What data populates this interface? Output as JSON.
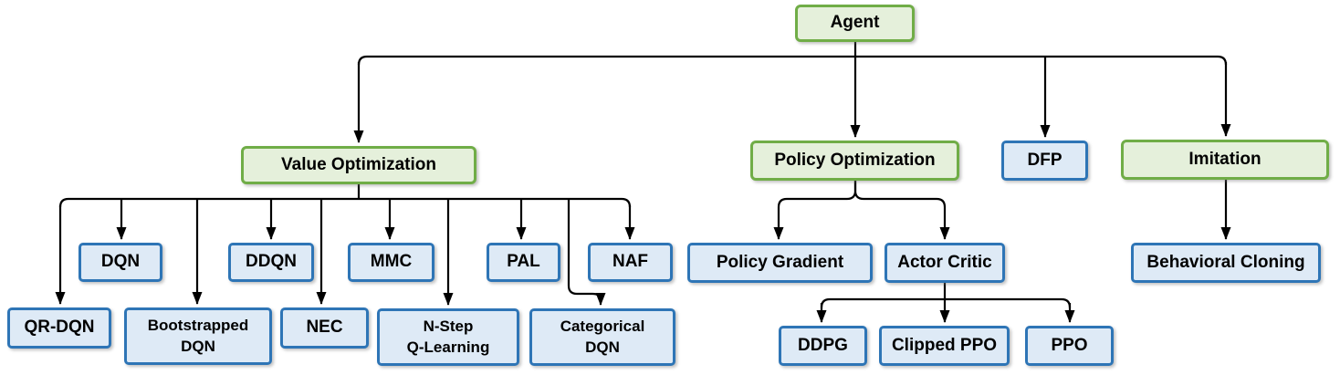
{
  "diagram": {
    "type": "tree",
    "colors": {
      "background": "#FFFFFF",
      "category_fill": "#E5F0DB",
      "category_border": "#70AD47",
      "leaf_fill": "#DEEAF6",
      "leaf_border": "#2E75B6",
      "connector": "#000000",
      "text": "#000000"
    },
    "nodes": {
      "agent": {
        "label": "Agent",
        "kind": "green"
      },
      "value_optimization": {
        "label": "Value Optimization",
        "kind": "green"
      },
      "policy_optimization": {
        "label": "Policy Optimization",
        "kind": "green"
      },
      "dfp": {
        "label": "DFP",
        "kind": "blue"
      },
      "imitation": {
        "label": "Imitation",
        "kind": "green"
      },
      "dqn": {
        "label": "DQN",
        "kind": "blue"
      },
      "ddqn": {
        "label": "DDQN",
        "kind": "blue"
      },
      "mmc": {
        "label": "MMC",
        "kind": "blue"
      },
      "pal": {
        "label": "PAL",
        "kind": "blue"
      },
      "naf": {
        "label": "NAF",
        "kind": "blue"
      },
      "qr_dqn": {
        "label": "QR-DQN",
        "kind": "blue"
      },
      "bootstrapped_dqn": {
        "label": "Bootstrapped\nDQN",
        "kind": "blue"
      },
      "nec": {
        "label": "NEC",
        "kind": "blue"
      },
      "n_step_q_learning": {
        "label": "N-Step\nQ-Learning",
        "kind": "blue"
      },
      "categorical_dqn": {
        "label": "Categorical\nDQN",
        "kind": "blue"
      },
      "policy_gradient": {
        "label": "Policy Gradient",
        "kind": "blue"
      },
      "actor_critic": {
        "label": "Actor Critic",
        "kind": "blue"
      },
      "ddpg": {
        "label": "DDPG",
        "kind": "blue"
      },
      "clipped_ppo": {
        "label": "Clipped PPO",
        "kind": "blue"
      },
      "ppo": {
        "label": "PPO",
        "kind": "blue"
      },
      "behavioral_cloning": {
        "label": "Behavioral Cloning",
        "kind": "blue"
      }
    },
    "edges": [
      [
        "agent",
        "value_optimization"
      ],
      [
        "agent",
        "policy_optimization"
      ],
      [
        "agent",
        "dfp"
      ],
      [
        "agent",
        "imitation"
      ],
      [
        "value_optimization",
        "dqn"
      ],
      [
        "value_optimization",
        "ddqn"
      ],
      [
        "value_optimization",
        "mmc"
      ],
      [
        "value_optimization",
        "pal"
      ],
      [
        "value_optimization",
        "naf"
      ],
      [
        "value_optimization",
        "qr_dqn"
      ],
      [
        "value_optimization",
        "bootstrapped_dqn"
      ],
      [
        "value_optimization",
        "nec"
      ],
      [
        "value_optimization",
        "n_step_q_learning"
      ],
      [
        "value_optimization",
        "categorical_dqn"
      ],
      [
        "policy_optimization",
        "policy_gradient"
      ],
      [
        "policy_optimization",
        "actor_critic"
      ],
      [
        "actor_critic",
        "ddpg"
      ],
      [
        "actor_critic",
        "clipped_ppo"
      ],
      [
        "actor_critic",
        "ppo"
      ],
      [
        "imitation",
        "behavioral_cloning"
      ]
    ]
  }
}
